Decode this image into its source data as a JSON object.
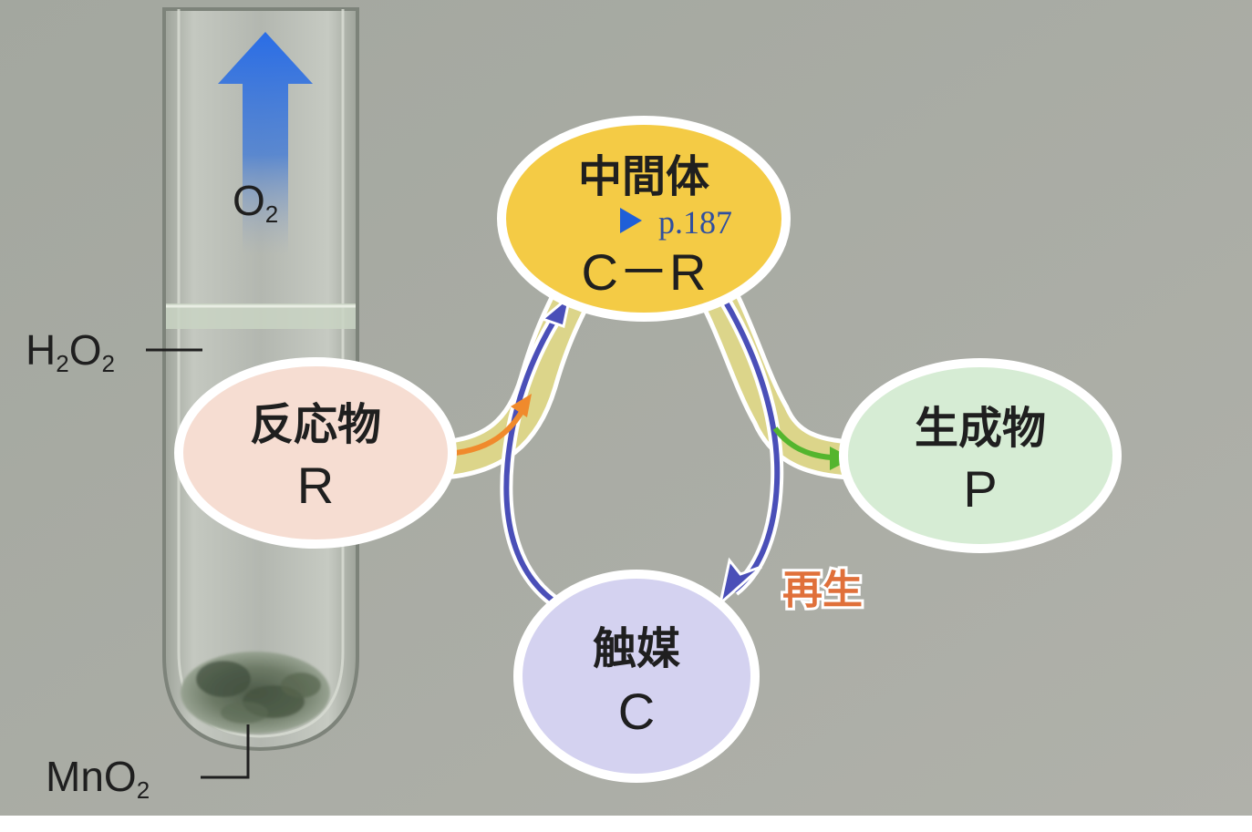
{
  "colors": {
    "background": "#a7aaa2",
    "reactant_fill": "#f6ddd2",
    "intermediate_fill": "#f4cb45",
    "product_fill": "#d6ecd4",
    "catalyst_fill": "#d4d2f0",
    "o2_arrow": "#2f6fe0",
    "catalyst_arrow": "#4a4fb8",
    "reactant_arrow": "#f08a2c",
    "product_arrow": "#54b52e",
    "path_band": "#dcd58a",
    "ref_marker": "#1e5fd8",
    "regen_text": "#e0703a"
  },
  "tube_labels": {
    "o2_main": "O",
    "o2_sub": "2",
    "h2o2_h": "H",
    "h2o2_sub1": "2",
    "h2o2_o": "O",
    "h2o2_sub2": "2",
    "mno2_main": "MnO",
    "mno2_sub": "2"
  },
  "nodes": {
    "reactant": {
      "title": "反応物",
      "symbol": "R"
    },
    "intermediate": {
      "title": "中間体",
      "symbol": "C－R",
      "ref": "p.187"
    },
    "product": {
      "title": "生成物",
      "symbol": "P"
    },
    "catalyst": {
      "title": "触媒",
      "symbol": "C"
    }
  },
  "regen_label": "再生",
  "icons": {
    "o2_arrow": "arrow-up-icon",
    "ref_marker": "triangle-right-icon"
  }
}
